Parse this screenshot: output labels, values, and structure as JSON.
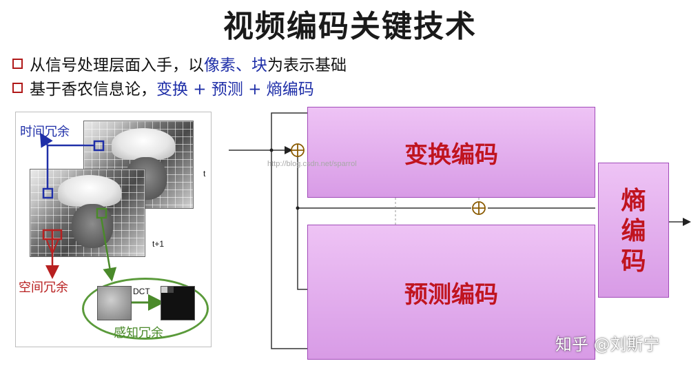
{
  "title": "视频编码关键技术",
  "bullets": [
    {
      "prefix": "从信号处理层面入手，以",
      "highlight": "像素、块",
      "suffix": "为表示基础"
    },
    {
      "prefix": "基于香农信息论，",
      "highlight": "变换 + 预测 + 熵编码",
      "suffix": ""
    }
  ],
  "left_panel": {
    "label_time": "时间冗余",
    "label_space": "空间冗余",
    "label_sense": "感知冗余",
    "label_dct": "DCT",
    "frame_t": "t",
    "frame_t1": "t+1"
  },
  "diagram": {
    "transform_label": "变换编码",
    "predict_label": "预测编码",
    "entropy_label": [
      "熵",
      "编",
      "码"
    ],
    "url_watermark": "http://blog.csdn.net/sparrol"
  },
  "watermark": "知乎 @刘斯宁",
  "colors": {
    "title": "#1a1a1a",
    "bullet_box": "#b01818",
    "highlight": "#1f2fa8",
    "box_text": "#c0141f",
    "box_fill": "#e2aaee",
    "redundancy_red": "#b82020",
    "redundancy_blue": "#1f2fa8",
    "redundancy_green": "#4a8a2a"
  }
}
